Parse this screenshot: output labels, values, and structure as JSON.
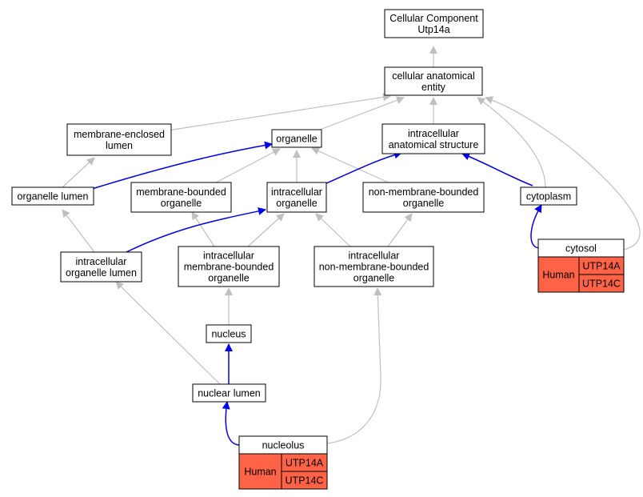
{
  "colors": {
    "gray_edge": "#bfbfbf",
    "blue_edge": "#0000ee",
    "node_border": "#000000",
    "species_fill": "#ff6347"
  },
  "nodes": {
    "root": [
      "Cellular Component",
      "Utp14a"
    ],
    "cae": [
      "cellular anatomical",
      "entity"
    ],
    "mel": [
      "membrane-enclosed",
      "lumen"
    ],
    "org": [
      "organelle"
    ],
    "ias": [
      "intracellular",
      "anatomical structure"
    ],
    "ol": [
      "organelle lumen"
    ],
    "mbo": [
      "membrane-bounded",
      "organelle"
    ],
    "io": [
      "intracellular",
      "organelle"
    ],
    "nmbo": [
      "non-membrane-bounded",
      "organelle"
    ],
    "cyto": [
      "cytoplasm"
    ],
    "iol": [
      "intracellular",
      "organelle lumen"
    ],
    "imbo": [
      "intracellular",
      "membrane-bounded",
      "organelle"
    ],
    "inmbo": [
      "intracellular",
      "non-membrane-bounded",
      "organelle"
    ],
    "cytosol": [
      "cytosol"
    ],
    "nucleus": [
      "nucleus"
    ],
    "nl": [
      "nuclear lumen"
    ],
    "nucleolus": [
      "nucleolus"
    ]
  },
  "annotations": {
    "cytosol": {
      "species": "Human",
      "genes": [
        "UTP14A",
        "UTP14C"
      ]
    },
    "nucleolus": {
      "species": "Human",
      "genes": [
        "UTP14A",
        "UTP14C"
      ]
    }
  }
}
